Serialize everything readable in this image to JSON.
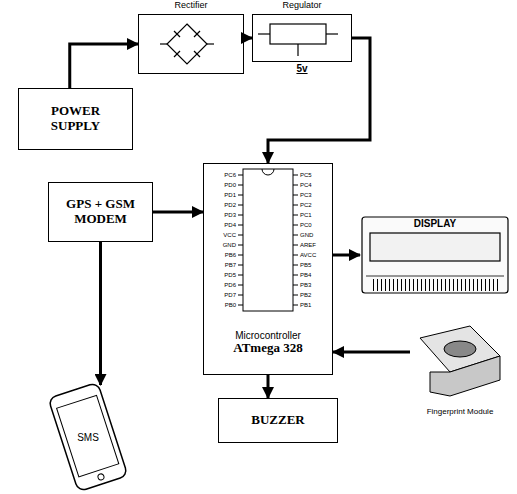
{
  "diagram": {
    "nodes": [
      {
        "text": [
          "POWER SUPPLY"
        ]
      },
      {
        "text": [
          "Rectifier"
        ]
      },
      {
        "text": [
          "Regulator",
          "5v"
        ]
      },
      {
        "text": [
          "GPS + GSM MODEM"
        ]
      },
      {
        "text": [
          "Microcontroller",
          "ATmega 328"
        ]
      },
      {
        "text": [
          "DISPLAY"
        ]
      },
      {
        "text": [
          "Fingerprint Module"
        ]
      },
      {
        "text": [
          "SMS"
        ]
      },
      {
        "text": [
          "BUZZER"
        ]
      }
    ],
    "edges": [
      {
        "from": 0,
        "to": 1,
        "arrow": "to"
      },
      {
        "from": 1,
        "to": 2,
        "arrow": "to"
      },
      {
        "from": 2,
        "to": 4,
        "arrow": "to"
      },
      {
        "from": 3,
        "to": 4,
        "arrow": "to"
      },
      {
        "from": 3,
        "to": 7,
        "arrow": "to"
      },
      {
        "from": 4,
        "to": 5,
        "arrow": "to"
      },
      {
        "from": 6,
        "to": 4,
        "arrow": "to"
      },
      {
        "from": 4,
        "to": 8,
        "arrow": "to"
      }
    ],
    "labels": [
      "PC6",
      "PD0",
      "PD1",
      "PD2",
      "PD3",
      "PD4",
      "VCC",
      "GND",
      "PB6",
      "PB7",
      "PD5",
      "PD6",
      "PD7",
      "PB0",
      "PC5",
      "PC4",
      "PC3",
      "PC2",
      "PC1",
      "PC0",
      "GND",
      "AREF",
      "AVCC",
      "PB5",
      "PB4",
      "PB3",
      "PB2",
      "PB1"
    ]
  }
}
